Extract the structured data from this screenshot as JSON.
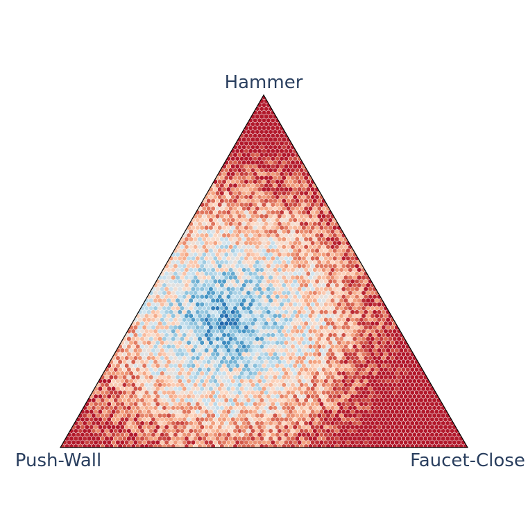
{
  "chart_data": {
    "type": "heatmap",
    "subtype": "ternary-hexbin",
    "axes": {
      "top": "Hammer",
      "left": "Push-Wall",
      "right": "Faucet-Close"
    },
    "grid": false,
    "legend": "none",
    "hex_columns": 92,
    "colorscale": [
      "#2166ac",
      "#4393c3",
      "#92c5de",
      "#d1e5f0",
      "#fddbc7",
      "#f4a582",
      "#d6604d",
      "#b2182b"
    ],
    "value_range": [
      0,
      1
    ],
    "low_region_center": {
      "Hammer": 0.36,
      "Push-Wall": 0.41,
      "Faucet-Close": 0.23
    },
    "notes": ""
  }
}
